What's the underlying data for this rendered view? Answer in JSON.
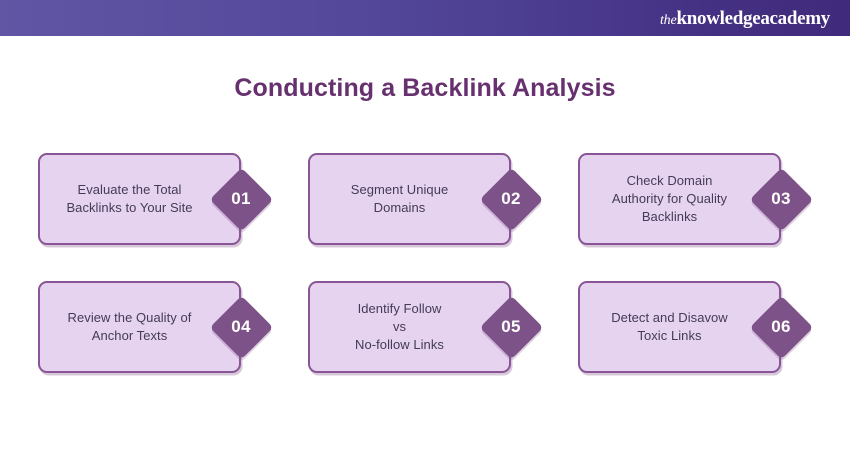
{
  "header": {
    "logo_prefix": "the",
    "logo_main": "knowledgeacademy",
    "gradient_start": "#6056A4",
    "gradient_end": "#402A7B"
  },
  "title": "Conducting a Backlink Analysis",
  "theme": {
    "title_color": "#67306E",
    "card_fill": "#E6D3F0",
    "card_border": "#8A5596",
    "card_text": "#433B58",
    "badge_fill": "#7D5289",
    "badge_text": "#FFFFFF"
  },
  "steps": [
    {
      "number": "01",
      "label": "Evaluate the Total\nBacklinks to Your Site"
    },
    {
      "number": "02",
      "label": "Segment Unique\nDomains"
    },
    {
      "number": "03",
      "label": "Check Domain\nAuthority for Quality\nBacklinks"
    },
    {
      "number": "04",
      "label": "Review the Quality of\nAnchor Texts"
    },
    {
      "number": "05",
      "label": "Identify Follow\nvs\nNo-follow Links"
    },
    {
      "number": "06",
      "label": "Detect and Disavow\nToxic Links"
    }
  ]
}
